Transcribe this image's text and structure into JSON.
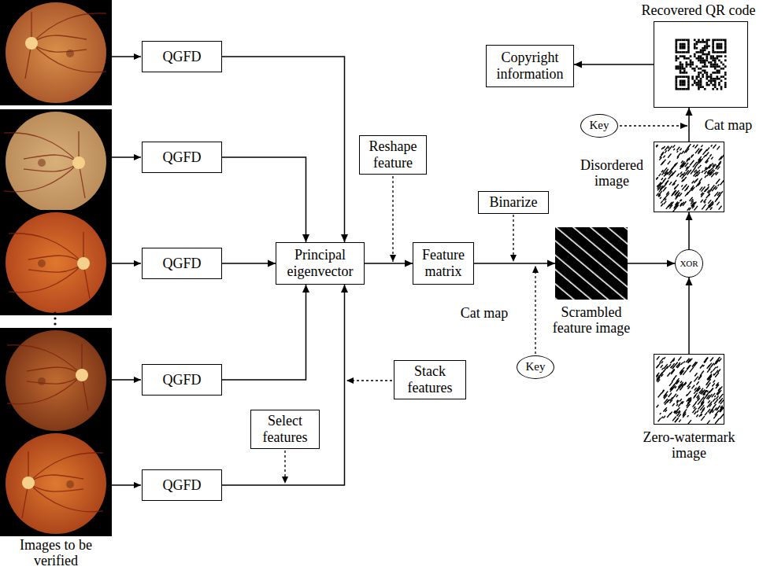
{
  "diagram": {
    "nodes": [
      {
        "text": [
          "QGFD"
        ]
      },
      {
        "text": [
          "QGFD"
        ]
      },
      {
        "text": [
          "QGFD"
        ]
      },
      {
        "text": [
          "QGFD"
        ]
      },
      {
        "text": [
          "Select features"
        ]
      },
      {
        "text": [
          "QGFD"
        ]
      },
      {
        "text": [
          "Principal eigenvector"
        ]
      },
      {
        "text": [
          "Reshape feature"
        ]
      },
      {
        "text": [
          "Stack features"
        ]
      },
      {
        "text": [
          "Feature matrix"
        ]
      },
      {
        "text": [
          "Binarize"
        ]
      },
      {
        "text": [
          "Key"
        ]
      },
      {
        "text": [
          "Scrambled feature image"
        ]
      },
      {
        "text": [
          "XOR"
        ]
      },
      {
        "text": [
          "Zero-watermark image"
        ]
      },
      {
        "text": [
          "Disordered image"
        ]
      },
      {
        "text": [
          "Key"
        ]
      },
      {
        "text": [
          "Recovered QR code"
        ]
      },
      {
        "text": [
          "Copyright information"
        ]
      }
    ],
    "edges": [
      {
        "from": 0,
        "to": 6,
        "arrow": "to"
      },
      {
        "from": 1,
        "to": 6,
        "arrow": "to"
      },
      {
        "from": 2,
        "to": 6,
        "arrow": "to"
      },
      {
        "from": 3,
        "to": 6,
        "arrow": "to"
      },
      {
        "from": 5,
        "to": 6,
        "arrow": "to"
      },
      {
        "from": 6,
        "to": 9,
        "arrow": "to"
      },
      {
        "from": 9,
        "to": 12,
        "arrow": "to"
      },
      {
        "from": 12,
        "to": 13,
        "arrow": "to"
      },
      {
        "from": 14,
        "to": 13,
        "arrow": "to"
      },
      {
        "from": 13,
        "to": 15,
        "arrow": "to"
      },
      {
        "from": 15,
        "to": 17,
        "arrow": "to"
      },
      {
        "from": 17,
        "to": 18,
        "arrow": "to"
      }
    ],
    "labels": [
      "Cat map",
      "Cat map",
      "Images to be verified"
    ]
  }
}
